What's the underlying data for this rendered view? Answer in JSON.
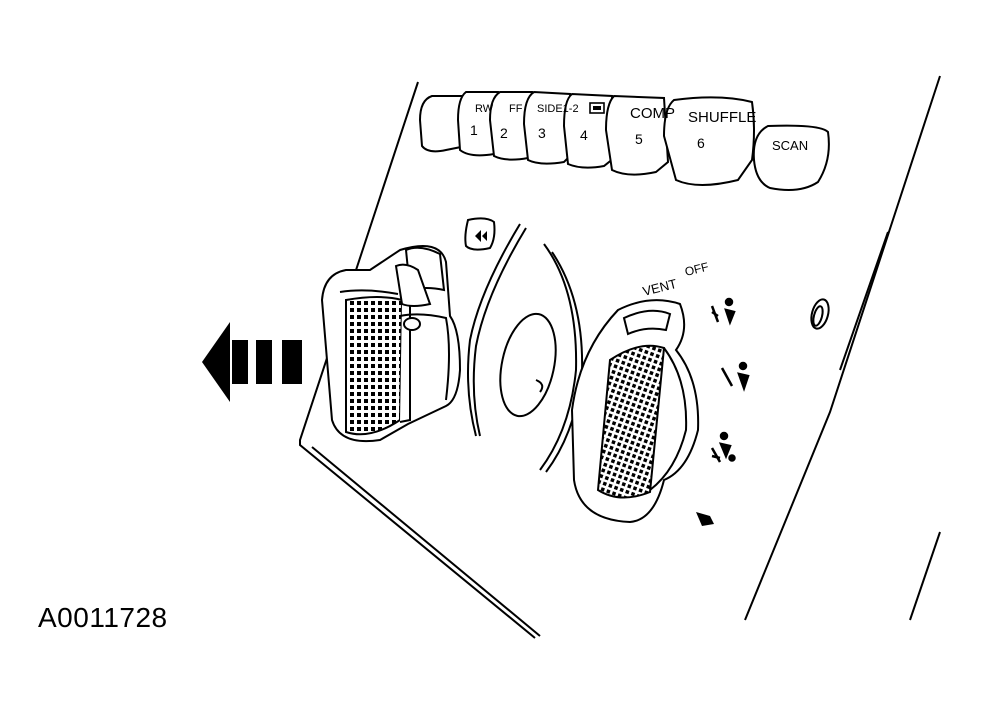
{
  "figure_id": "A0011728",
  "preset_buttons": [
    {
      "top": "RW",
      "bottom": "1"
    },
    {
      "top": "FF",
      "bottom": "2"
    },
    {
      "top": "SIDE1-2",
      "bottom": "3"
    },
    {
      "top": "",
      "bottom": "4"
    },
    {
      "top": "COMP",
      "bottom": "5"
    },
    {
      "top": "SHUFFLE",
      "bottom": "6"
    }
  ],
  "scan_label": "SCAN",
  "mode_labels": {
    "vent": "VENT",
    "off": "OFF"
  },
  "icons": [
    "eject-icon",
    "defrost-icon",
    "floor-icon",
    "panel-floor-icon",
    "panel-icon"
  ],
  "colors": {
    "line": "#000000",
    "background": "#ffffff"
  }
}
